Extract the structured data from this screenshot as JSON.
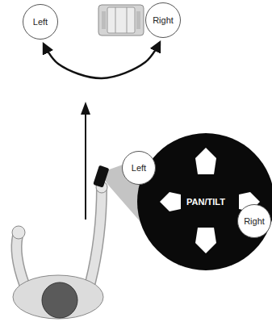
{
  "diagram": {
    "nodes": [
      {
        "text": [
          "Left"
        ]
      },
      {
        "text": [
          "Right"
        ]
      },
      {
        "text": [
          "Left"
        ]
      },
      {
        "text": [
          "PAN/TILT"
        ]
      },
      {
        "text": [
          "Right"
        ]
      }
    ],
    "edges": [
      {
        "from": 0,
        "to": 1,
        "arrow": "both"
      }
    ]
  }
}
